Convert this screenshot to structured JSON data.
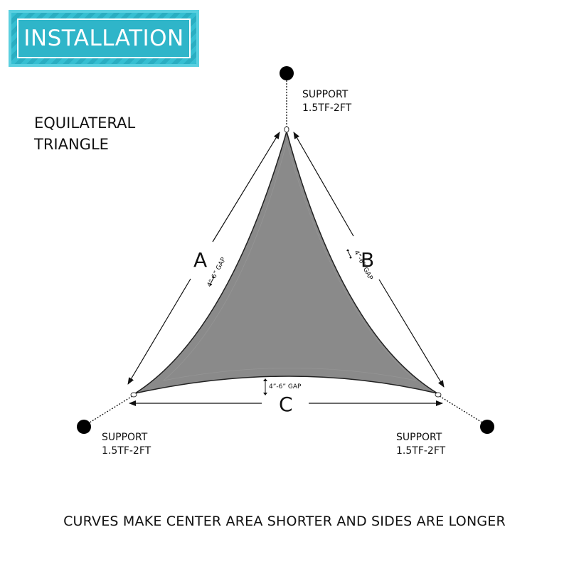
{
  "banner": {
    "title": "INSTALLATION"
  },
  "shape_label": {
    "line1": "EQUILATERAL",
    "line2": "TRIANGLE"
  },
  "supports": {
    "top": {
      "line1": "SUPPORT",
      "line2": "1.5TF-2FT"
    },
    "left": {
      "line1": "SUPPORT",
      "line2": "1.5TF-2FT"
    },
    "right": {
      "line1": "SUPPORT",
      "line2": "1.5TF-2FT"
    }
  },
  "sides": {
    "a": "A",
    "b": "B",
    "c": "C"
  },
  "gaps": {
    "a": "4”-6” GAP",
    "b": "4”-6” GAP",
    "c": "4”-6” GAP"
  },
  "footer_note": "CURVES MAKE CENTER AREA SHORTER AND SIDES ARE LONGER",
  "colors": {
    "banner": "#2fb5c9",
    "shade": "#8a8a8a",
    "line": "#111111"
  }
}
